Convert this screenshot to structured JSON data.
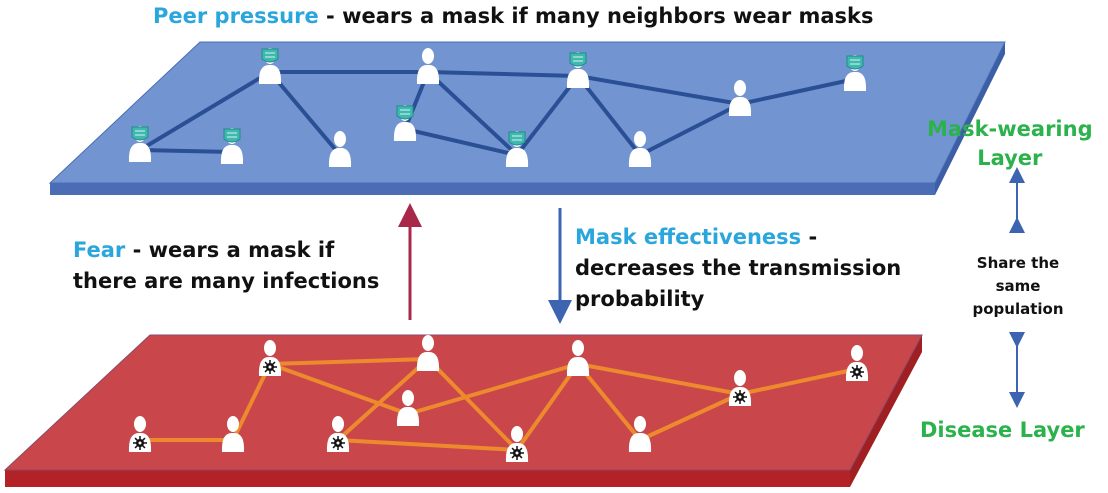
{
  "title": {
    "highlight": "Peer pressure",
    "rest": " - wears a mask if many neighbors wear masks"
  },
  "fear": {
    "highlight": "Fear",
    "line1_rest": " - wears a mask if",
    "line2": "there are many infections"
  },
  "effectiveness": {
    "highlight": "Mask effectiveness",
    "line1_rest": " -",
    "line2": "decreases the transmission",
    "line3": "probability"
  },
  "layers": {
    "mask_line1": "Mask-wearing",
    "mask_line2": "Layer",
    "disease": "Disease Layer"
  },
  "share": {
    "line1": "Share the",
    "line2": "same",
    "line3": "population"
  },
  "colors": {
    "mask_layer": "#6f8fcf",
    "disease_layer": "#c9474a",
    "mask_edge": "#2a4f94",
    "disease_edge": "#ee8a2e",
    "accent": "#2ba6dc",
    "green": "#2bb24c"
  },
  "mask_nodes": [
    {
      "id": "m1",
      "mask": true
    },
    {
      "id": "m2",
      "mask": false
    },
    {
      "id": "m3",
      "mask": true
    },
    {
      "id": "m4",
      "mask": false
    },
    {
      "id": "m5",
      "mask": true
    },
    {
      "id": "m6",
      "mask": true
    },
    {
      "id": "m7",
      "mask": true
    },
    {
      "id": "m8",
      "mask": false
    },
    {
      "id": "m9",
      "mask": true
    },
    {
      "id": "m10",
      "mask": true
    },
    {
      "id": "m11",
      "mask": false
    }
  ],
  "mask_edges": [
    [
      "m1",
      "m2"
    ],
    [
      "m2",
      "m3"
    ],
    [
      "m3",
      "m4"
    ],
    [
      "m4",
      "m5"
    ],
    [
      "m6",
      "m1"
    ],
    [
      "m6",
      "m7"
    ],
    [
      "m1",
      "m8"
    ],
    [
      "m2",
      "m9"
    ],
    [
      "m2",
      "m10"
    ],
    [
      "m9",
      "m10"
    ],
    [
      "m3",
      "m10"
    ],
    [
      "m3",
      "m11"
    ],
    [
      "m11",
      "m4"
    ]
  ],
  "disease_nodes": [
    {
      "id": "d1",
      "infected": true
    },
    {
      "id": "d2",
      "infected": false
    },
    {
      "id": "d3",
      "infected": false
    },
    {
      "id": "d4",
      "infected": true
    },
    {
      "id": "d5",
      "infected": true
    },
    {
      "id": "d6",
      "infected": true
    },
    {
      "id": "d7",
      "infected": false
    },
    {
      "id": "d8",
      "infected": true
    },
    {
      "id": "d9",
      "infected": false
    },
    {
      "id": "d10",
      "infected": true
    },
    {
      "id": "d11",
      "infected": false
    }
  ],
  "disease_edges": [
    [
      "d1",
      "d2"
    ],
    [
      "d1",
      "d7"
    ],
    [
      "d1",
      "d9"
    ],
    [
      "d6",
      "d7"
    ],
    [
      "d2",
      "d8"
    ],
    [
      "d2",
      "d10"
    ],
    [
      "d8",
      "d10"
    ],
    [
      "d9",
      "d3"
    ],
    [
      "d3",
      "d10"
    ],
    [
      "d3",
      "d11"
    ],
    [
      "d3",
      "d4"
    ],
    [
      "d11",
      "d4"
    ],
    [
      "d4",
      "d5"
    ]
  ]
}
